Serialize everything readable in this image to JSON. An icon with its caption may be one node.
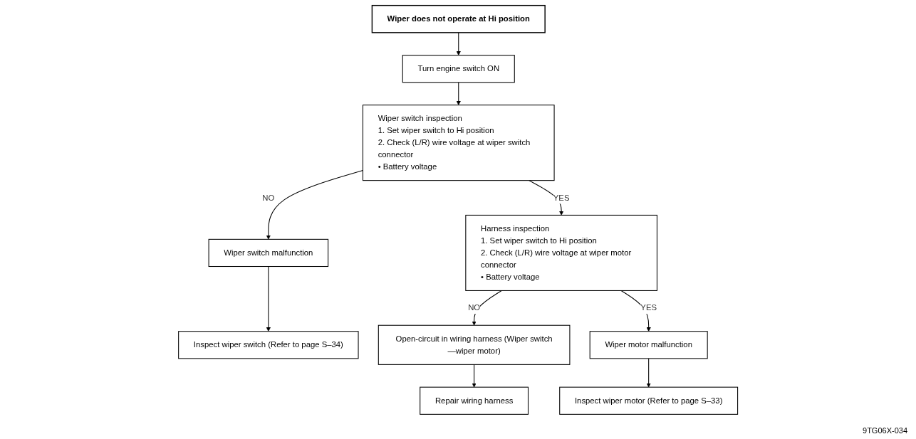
{
  "diagram": {
    "nodes": [
      {
        "text": [
          "Wiper does not operate at Hi position"
        ]
      },
      {
        "text": [
          "Turn engine switch ON"
        ]
      },
      {
        "text": [
          "Wiper switch inspection",
          "1. Set wiper switch to Hi position",
          "2. Check (L/R) wire voltage at wiper switch connector",
          "• Battery voltage"
        ]
      },
      {
        "text": [
          "Wiper switch malfunction"
        ]
      },
      {
        "text": [
          "Inspect wiper switch (Refer to page S–34)"
        ]
      },
      {
        "text": [
          "Harness inspection",
          "1. Set wiper switch to Hi position",
          "2. Check (L/R) wire voltage at wiper motor connector",
          "• Battery voltage"
        ]
      },
      {
        "text": [
          "Open-circuit in wiring harness (Wiper switch—wiper motor)"
        ]
      },
      {
        "text": [
          "Repair wiring harness"
        ]
      },
      {
        "text": [
          "Wiper motor malfunction"
        ]
      },
      {
        "text": [
          "Inspect wiper motor (Refer to page S–33)"
        ]
      }
    ],
    "edges": [
      {
        "from": 0,
        "to": 1,
        "arrow": "to"
      },
      {
        "from": 1,
        "to": 2,
        "arrow": "to"
      },
      {
        "from": 2,
        "to": 3,
        "arrow": "to",
        "label": "NO"
      },
      {
        "from": 3,
        "to": 4,
        "arrow": "to"
      },
      {
        "from": 2,
        "to": 5,
        "arrow": "to",
        "label": "YES"
      },
      {
        "from": 5,
        "to": 6,
        "arrow": "to",
        "label": "NO"
      },
      {
        "from": 6,
        "to": 7,
        "arrow": "to"
      },
      {
        "from": 5,
        "to": 8,
        "arrow": "to",
        "label": "YES"
      },
      {
        "from": 8,
        "to": 9,
        "arrow": "to"
      }
    ],
    "labels": [
      "9TG06X-034"
    ]
  }
}
